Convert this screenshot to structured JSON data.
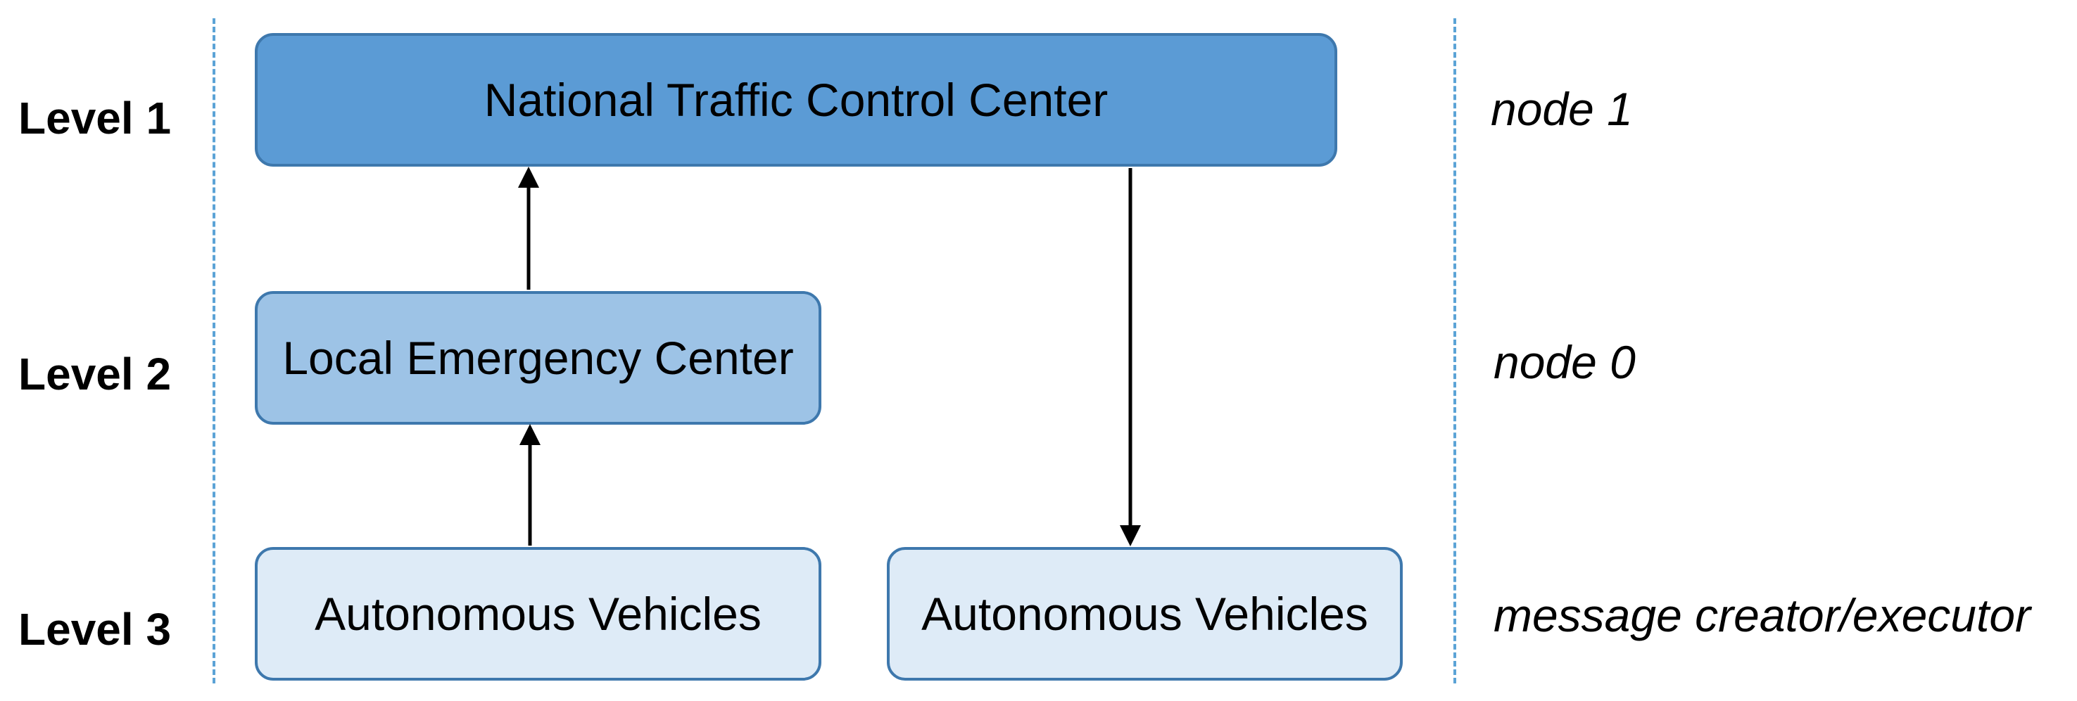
{
  "levels": {
    "l1": "Level 1",
    "l2": "Level 2",
    "l3": "Level 3"
  },
  "nodes": {
    "national": "National Traffic Control Center",
    "local": "Local Emergency Center",
    "av_left": "Autonomous Vehicles",
    "av_right": "Autonomous Vehicles"
  },
  "roles": {
    "r1": "node 1",
    "r2": "node 0",
    "r3": "message creator/executor"
  },
  "colors": {
    "level1_fill": "#5b9bd5",
    "level2_fill": "#9dc3e6",
    "level3_fill": "#deebf7",
    "border": "#3e78ad",
    "divider": "#5ba3d6"
  }
}
